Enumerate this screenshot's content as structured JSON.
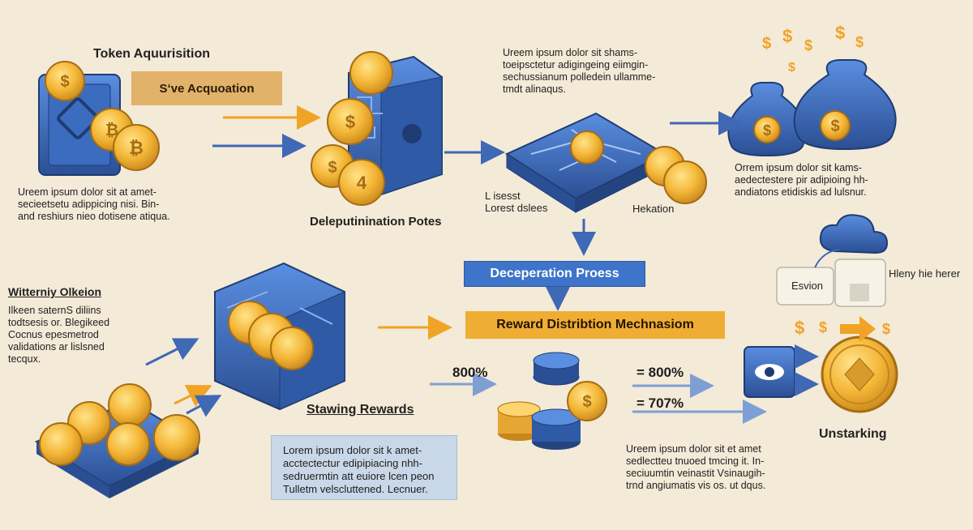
{
  "colors": {
    "background": "#f3ead8",
    "blue": "#3e74c9",
    "dark_blue": "#2b4f94",
    "gold": "#f0b534",
    "gold_dark": "#c7861c",
    "orange_arrow": "#f0a324",
    "blue_arrow": "#3f68b5",
    "tan_box": "#e2b26b",
    "note_box": "#c9d8e8"
  },
  "token_acquisition": {
    "title": "Token Aquurisition",
    "tag": "Sʻve Acquoation",
    "description": "Ureem ipsum dolor sit at amet-\nsecieetsetu adippicing nisi. Bin-\nand reshiurs nieo dotisene atiqua."
  },
  "delegation": {
    "label": "Deleputinination Potes"
  },
  "processing": {
    "description": "Ureem ipsum dolor sit shams-\ntoeipsctetur adigingeing eiimgin-\nsechussianum polledein ullamme-\ntmdt alinaqus.",
    "left_label": "L isesst\nLorest dslees",
    "right_label": "Hekation"
  },
  "money_bags": {
    "description": "Orrem ipsum dolor sit kams-\naedectestere pir adipioing hh-\nandiatons etidiskis ad lulsnur."
  },
  "deception_process": {
    "label": "Deceperation Proess"
  },
  "reward_distribution": {
    "label": "Reward Distribtion Mechnasiom"
  },
  "validators": {
    "title": "Witterniy Olkeion",
    "description": "Ilkeen saternS diliins\ntodtsesis or. Blegikeed\nCocnus epesmetrod\nvalidations ar lislsned\ntecqux."
  },
  "staking_rewards": {
    "title": "Stawing Rewards",
    "description": "Lorem ipsum dolor sit k amet-\nacctectectur edipipiacing nhh-\nsedruermtin att euiore lcen peon\nTulletm velscluttened. Lecnuer."
  },
  "percentages": {
    "left": "800%",
    "right_top": "= 800%",
    "right_bottom": "= 707%"
  },
  "unstaking": {
    "title": "Unstarking",
    "description": "Ureem ipsum dolor sit et amet\nsedlectteu tnuoed tmcing it. In-\nseciuumtin veinastit Vsinaugih-\ntrnd angiumatis vis os. ut dqus.",
    "screen_label": "Esvion",
    "side_label": "Hleny hie herer"
  },
  "icons": [
    "coin-icon",
    "dollar-sign-icon",
    "money-bag-icon",
    "cloud-icon",
    "circuit-chip-icon",
    "eye-icon",
    "arrow-icon"
  ]
}
